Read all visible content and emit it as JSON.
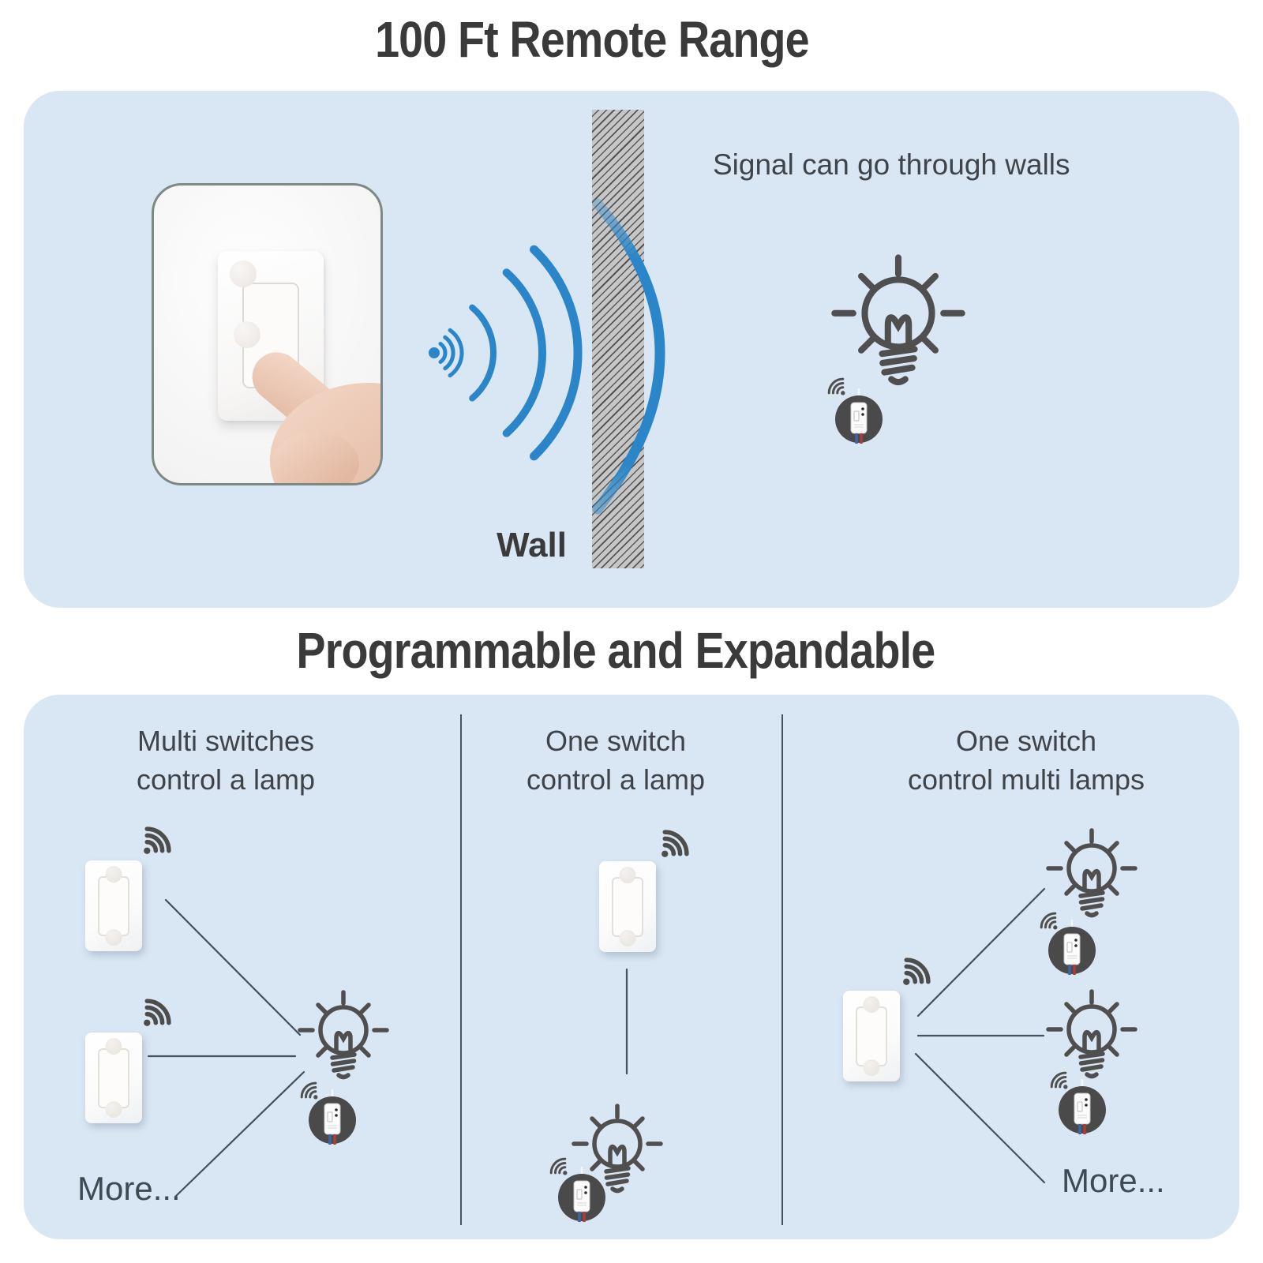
{
  "section1": {
    "title": "100 Ft Remote Range",
    "caption": "Signal can go through walls",
    "wall_label": "Wall"
  },
  "section2": {
    "title": "Programmable and Expandable",
    "columns": [
      {
        "heading_line1": "Multi switches",
        "heading_line2": "control a lamp",
        "more_label": "More..."
      },
      {
        "heading_line1": "One switch",
        "heading_line2": "control a lamp"
      },
      {
        "heading_line1": "One switch",
        "heading_line2": "control multi lamps",
        "more_label": "More..."
      }
    ]
  },
  "icons": {
    "wifi_big": "wifi-icon",
    "wifi_small": "wifi-icon",
    "bulb": "lightbulb-icon",
    "receiver": "rf-receiver-icon",
    "signal": "radio-waves-icon",
    "switch": "wall-switch-illustration"
  },
  "colors": {
    "accent_blue": "#2a86c8",
    "panel_blue": "#d9e6f3",
    "icon_gray": "#4f4f4f",
    "text_dark": "#3a3a3a",
    "line_slate": "#45505a",
    "wall_gray": "#c6c6c6"
  }
}
